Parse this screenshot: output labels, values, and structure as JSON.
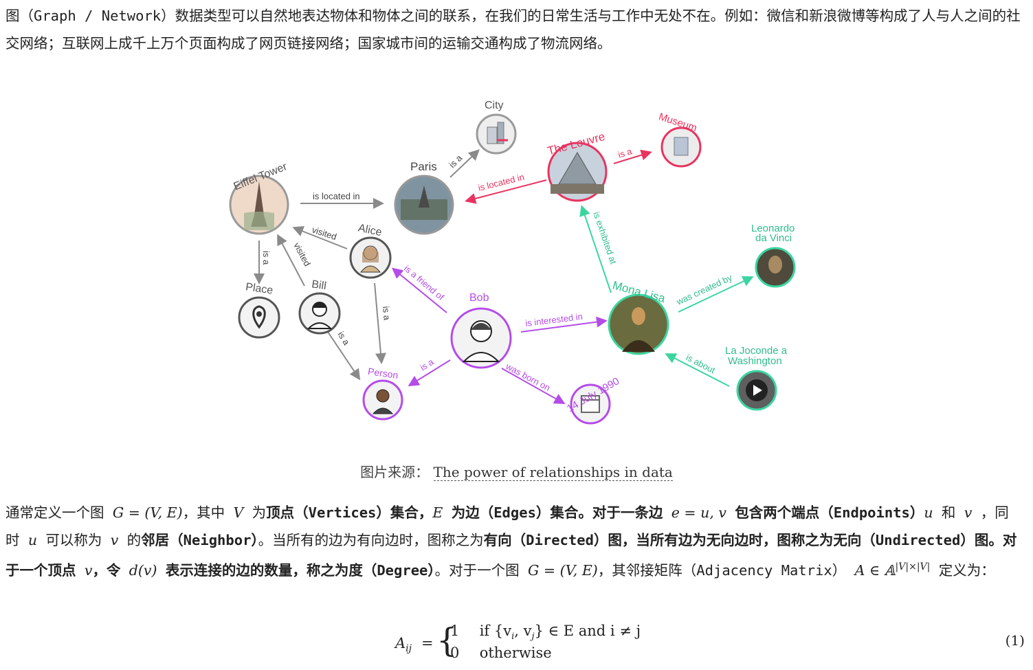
{
  "intro": {
    "text": "图（Graph / Network）数据类型可以自然地表达物体和物体之间的联系，在我们的日常生活与工作中无处不在。例如：微信和新浪微博等构成了人与人之间的社交网络；互联网上成千上万个页面构成了网页链接网络；国家城市间的运输交通构成了物流网络。"
  },
  "figure": {
    "nodes": {
      "eiffel": "Eiffel Tower",
      "paris": "Paris",
      "city": "City",
      "louvre": "The Louvre",
      "museum": "Museum",
      "alice": "Alice",
      "place": "Place",
      "bill": "Bill",
      "bob": "Bob",
      "person": "Person",
      "monalisa": "Mona Lisa",
      "leonardo_1": "Leonardo",
      "leonardo_2": "da Vinci",
      "joconde_1": "La Joconde a",
      "joconde_2": "Washington",
      "date": "14 July 1990"
    },
    "edges": {
      "eiffel_paris": "is located in",
      "paris_city": "is a",
      "louvre_paris": "is located in",
      "louvre_museum": "is a",
      "eiffel_place": "is a",
      "alice_eiffel": "visited",
      "bill_eiffel": "visited",
      "bob_alice": "is a friend of",
      "alice_person": "is a",
      "bill_person": "is a",
      "bob_person": "is a",
      "bob_monalisa": "is interested in",
      "monalisa_louvre": "is exhibited at",
      "monalisa_leonardo": "was created by",
      "joconde_monalisa": "is about",
      "bob_date": "was born on"
    },
    "colors": {
      "gray": "#8a8a8a",
      "red": "#e8335f",
      "purple": "#b44ce8",
      "green": "#3bd6a0"
    }
  },
  "caption": {
    "prefix": "图片来源：",
    "link": "The power of relationships in data"
  },
  "definition": {
    "p1": "通常定义一个图 ",
    "m_G": "G = (V, E)",
    "p2": "，其中 ",
    "m_V": "V",
    "p3": " 为",
    "b1": "顶点（Vertices）集合，",
    "m_E": "E",
    "b2": " 为边（Edges）集合。对于一条边 ",
    "m_e": "e = u, v",
    "b3": " 包含两个端点（Endpoints）",
    "m_u": "u",
    "p4": " 和 ",
    "m_v": "v",
    "p5": " ，同时 ",
    "m_u2": "u",
    "p6": " 可以称为 ",
    "m_v2": "v",
    "p7": " 的",
    "b4": "邻居（Neighbor）",
    "p8": "。当所有的边为有向边时，图称之为",
    "b5": "有向（Directed）图，当所有边为无向边时，图称之为无向（Undirected）图。对于一个顶点 ",
    "m_vv": "v",
    "b6": "，令 ",
    "m_d": "d(v)",
    "b7": " 表示连接的边的数量，称之为度（Degree）",
    "p9": "。对于一个图 ",
    "m_G2": "G = (V, E)",
    "p10": "，其邻接矩阵（Adjacency Matrix） ",
    "m_A": "A ∈ 𝔸",
    "m_sup": "|V|×|V|",
    "p11": " 定义为："
  },
  "equation": {
    "lhs": "A",
    "lhs_sub": "ij",
    "eq": "=",
    "case1_val": "1",
    "case1_cond": "if {v",
    "case1_cond2": ", v",
    "case1_cond3": "} ∈ E and i ≠ j",
    "case2_val": "0",
    "case2_cond": "otherwise",
    "number": "(1)"
  }
}
